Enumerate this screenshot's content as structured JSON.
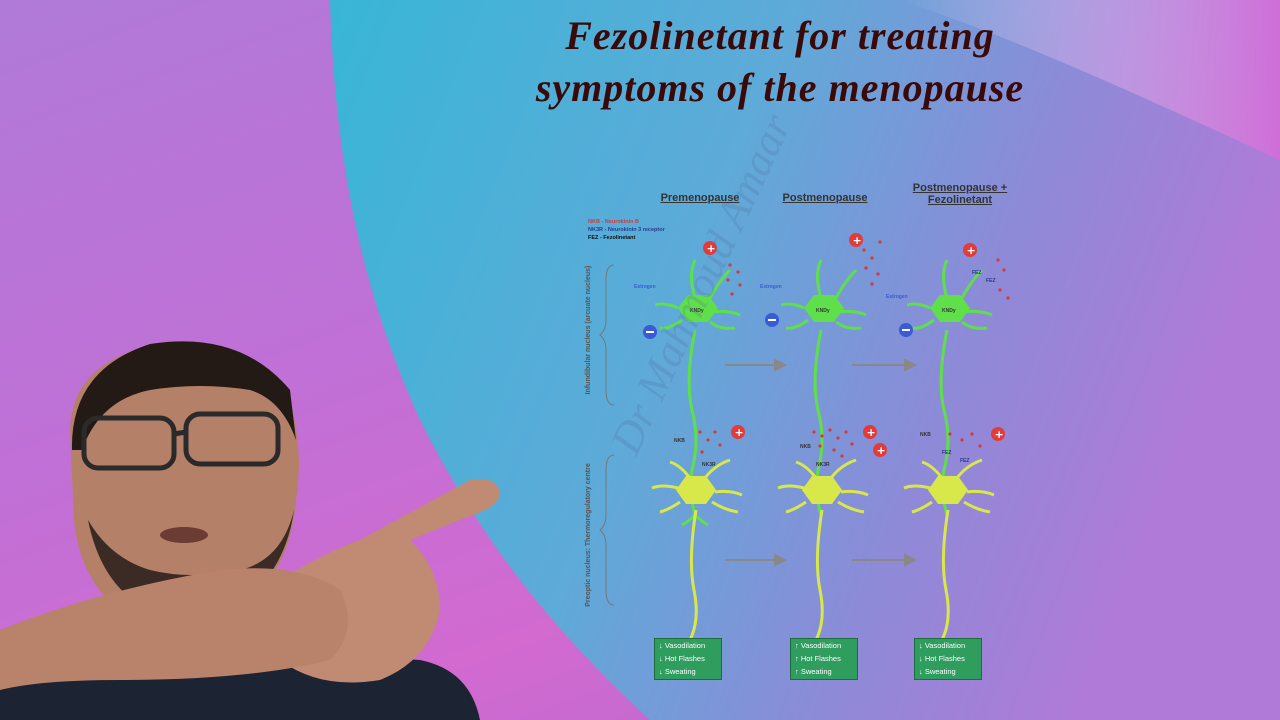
{
  "title": {
    "line1": "Fezolinetant for treating",
    "line2": "symptoms of the menopause"
  },
  "diagram": {
    "columns": [
      {
        "title": "Premenopause"
      },
      {
        "title": "Postmenopause"
      },
      {
        "title": "Postmenopause + Fezolinetant"
      }
    ],
    "legend": [
      "NKB - Neurokinin B",
      "NK3R - Neurokinin 3 receptor",
      "FEZ - Fezolinetant"
    ],
    "side_labels": {
      "upper": "Infundibular nucleus (arcuate nucleus)",
      "lower": "Preoptic nucleus: Thermoregulatory centre"
    },
    "neuron_labels": {
      "estrogen": "Estrogen",
      "kndy": "KNDy",
      "nkb": "NKB",
      "nk3r": "NK3R",
      "fez": "FEZ"
    },
    "effects": [
      {
        "vasodilation": "↓ Vasodilation",
        "hot_flashes": "↓ Hot Flashes",
        "sweating": "↓ Sweating"
      },
      {
        "vasodilation": "↑ Vasodilation",
        "hot_flashes": "↑ Hot Flashes",
        "sweating": "↑ Sweating"
      },
      {
        "vasodilation": "↓ Vasodilation",
        "hot_flashes": "↓ Hot Flashes",
        "sweating": "↓ Sweating"
      }
    ]
  },
  "watermark": "Dr Mahmoud Amaar",
  "colors": {
    "upper_neuron": "#5fe04a",
    "lower_neuron": "#d8e84a",
    "plus_sign": "#e23b3b",
    "minus_sign": "#3a5ad6",
    "effect_box": "#2e9d5e",
    "title_text": "#3a0a0a"
  }
}
